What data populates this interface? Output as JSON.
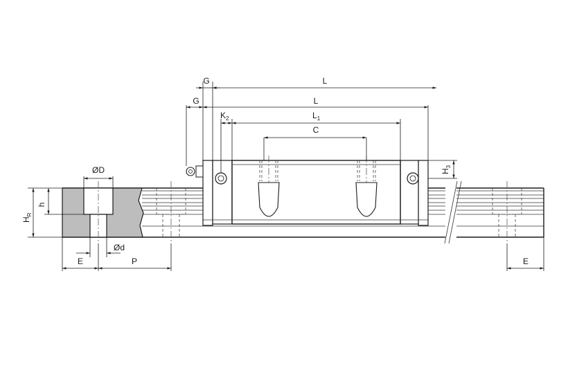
{
  "colors": {
    "line": "#1a1a1a",
    "section_fill": "#bdbdbd",
    "background": "#ffffff"
  },
  "labels": {
    "G_top": "G",
    "L_top": "L",
    "G_block": "G",
    "L_block": "L",
    "K2_main": "K",
    "K2_sub": "2",
    "L1_main": "L",
    "L1_sub": "1",
    "C": "C",
    "H3_main": "H",
    "H3_sub": "3",
    "OD": "ØD",
    "h": "h",
    "HR_main": "H",
    "HR_sub": "R",
    "Od": "Ød",
    "E_left": "E",
    "P": "P",
    "E_right": "E"
  }
}
